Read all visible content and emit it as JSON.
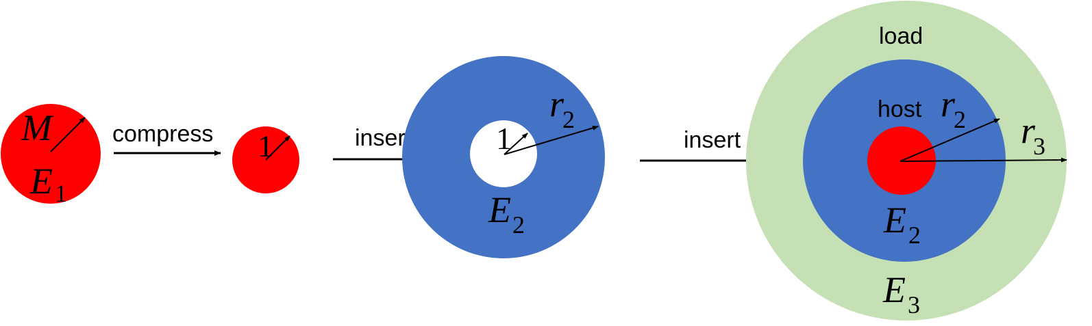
{
  "colors": {
    "core": "#ff0000",
    "host": "#4472c4",
    "load": "#c5e0b4",
    "background": "#ffffff",
    "ink": "#000000"
  },
  "stage1": {
    "mass_symbol": "M",
    "modulus_symbol": "E",
    "modulus_subscript": "1"
  },
  "step1": {
    "label": "compress"
  },
  "stage2": {
    "radius_label": "1"
  },
  "step2": {
    "label": "insert"
  },
  "stage3": {
    "inner_radius_label": "1",
    "outer_radius_symbol": "r",
    "outer_radius_subscript": "2",
    "modulus_symbol": "E",
    "modulus_subscript": "2"
  },
  "step3": {
    "label": "insert"
  },
  "stage4": {
    "load_label": "load",
    "host_label": "host",
    "host_radius_symbol": "r",
    "host_radius_subscript": "2",
    "load_radius_symbol": "r",
    "load_radius_subscript": "3",
    "host_modulus_symbol": "E",
    "host_modulus_subscript": "2",
    "load_modulus_symbol": "E",
    "load_modulus_subscript": "3"
  }
}
